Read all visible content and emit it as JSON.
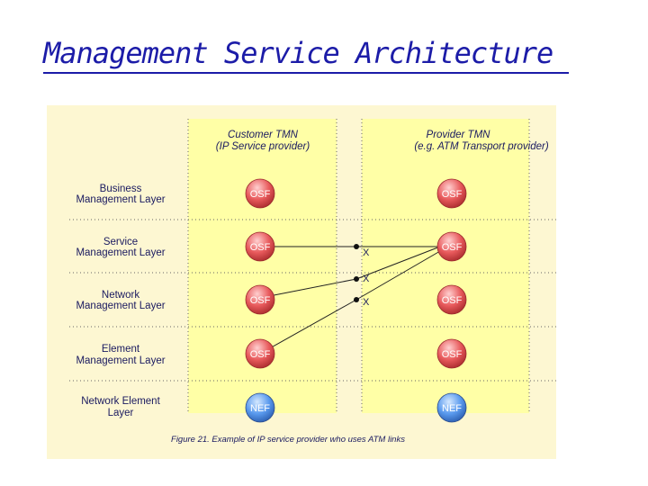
{
  "title": "Management Service Architecture",
  "diagram": {
    "columns": [
      {
        "id": "customer",
        "line1": "Customer TMN",
        "line2": "(IP Service provider)"
      },
      {
        "id": "provider",
        "line1": "Provider TMN",
        "line2": "(e.g. ATM Transport provider)"
      }
    ],
    "layers": [
      {
        "line1": "Business",
        "line2": "Management Layer",
        "customer": "OSF",
        "provider": "OSF"
      },
      {
        "line1": "Service",
        "line2": "Management Layer",
        "customer": "OSF",
        "provider": "OSF"
      },
      {
        "line1": "Network",
        "line2": "Management Layer",
        "customer": "OSF",
        "provider": "OSF"
      },
      {
        "line1": "Element",
        "line2": "Management Layer",
        "customer": "OSF",
        "provider": "OSF"
      },
      {
        "line1": "Network Element",
        "line2": "Layer",
        "customer": "NEF",
        "provider": "NEF"
      }
    ],
    "reference_points": [
      "X",
      "X",
      "X"
    ],
    "caption": "Figure 21. Example of IP service provider who uses ATM links",
    "colors": {
      "panel": "#fdf7d2",
      "column": "#ffffa6",
      "osf": "#e85a5c",
      "nef": "#5a9aee",
      "text": "#1a1a60",
      "title": "#1c1ca8"
    }
  }
}
